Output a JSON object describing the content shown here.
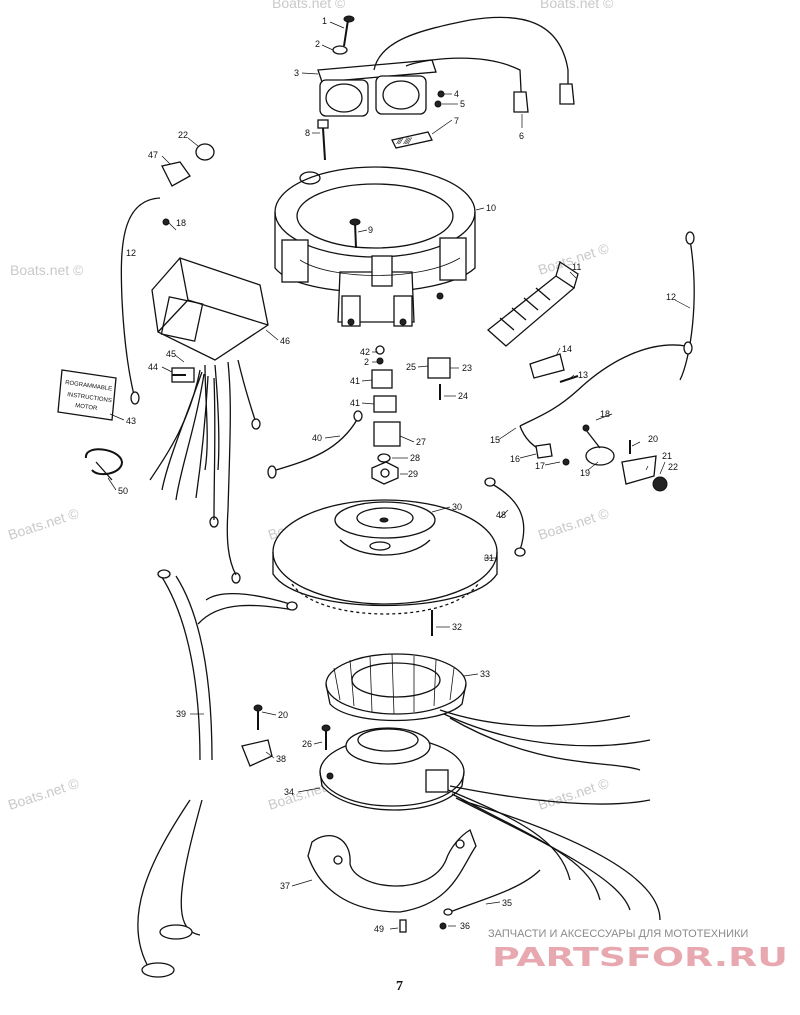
{
  "watermarks": [
    "Boats.net ©",
    "Boats.net ©",
    "Boats.net ©",
    "Boats.net ©",
    "Boats.net ©",
    "Boats.net ©",
    "Boats.net ©",
    "Boats.net ©",
    "Boats.net ©",
    "Boats.net ©"
  ],
  "page_number": "7",
  "label_plate": {
    "line1": "ROGRAMMABLE",
    "line2": "INSTRUCTIONS",
    "line3": "MOTOR"
  },
  "ad_banner": {
    "tagline": "ЗАПЧАСТИ И АКСЕССУАРЫ ДЛЯ МОТОТЕХНИКИ",
    "logo": "PARTSFOR.RU"
  },
  "callouts": [
    "1",
    "2",
    "3",
    "4",
    "5",
    "6",
    "7",
    "8",
    "9",
    "10",
    "11",
    "12",
    "12",
    "13",
    "14",
    "15",
    "16",
    "17",
    "18",
    "18",
    "19",
    "20",
    "20",
    "21",
    "22",
    "22",
    "23",
    "24",
    "25",
    "26",
    "27",
    "28",
    "29",
    "30",
    "31",
    "32",
    "33",
    "34",
    "35",
    "36",
    "37",
    "38",
    "39",
    "40",
    "41",
    "41",
    "42",
    "2",
    "43",
    "44",
    "45",
    "46",
    "47",
    "48",
    "49",
    "50"
  ]
}
